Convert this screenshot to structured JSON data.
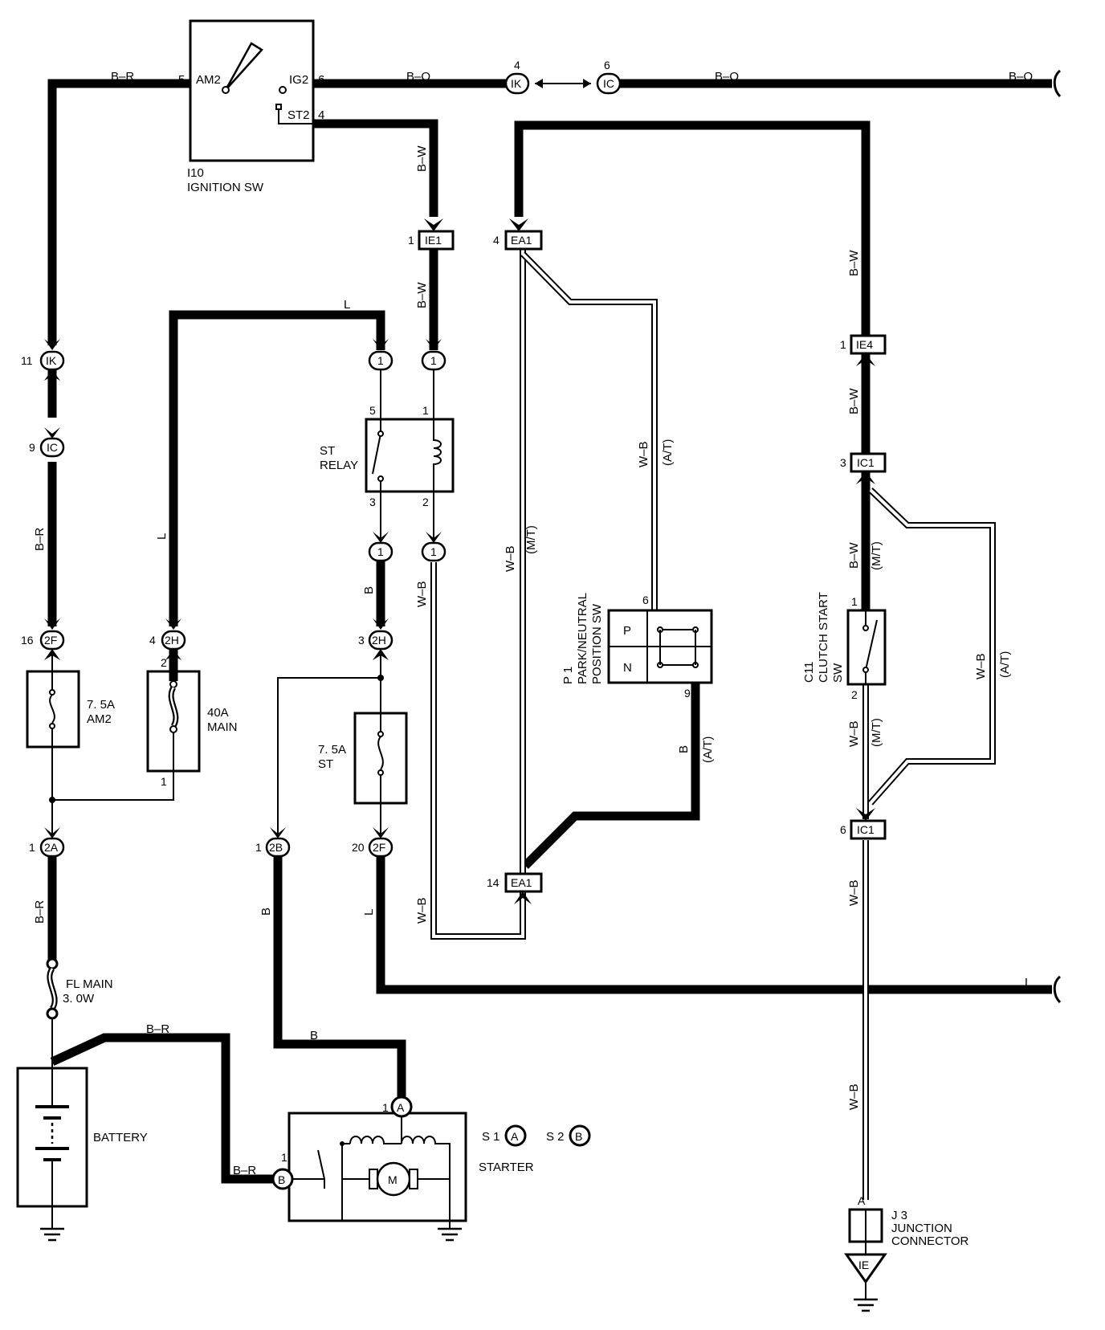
{
  "wires": {
    "b_r": "B–R",
    "b_o": "B–O",
    "b_w": "B–W",
    "l": "L",
    "b": "B",
    "w_b": "W–B"
  },
  "transmission": {
    "at": "(A/T)",
    "mt": "(M/T)"
  },
  "components": {
    "ignition_sw": {
      "code": "I10",
      "name": "IGNITION SW",
      "am2": "AM2",
      "ig2": "IG2",
      "st2": "ST2"
    },
    "st_relay": {
      "line1": "ST",
      "line2": "RELAY"
    },
    "park_neutral_sw": {
      "code": "P 1",
      "line1": "PARK/NEUTRAL",
      "line2": "POSITION SW",
      "p": "P",
      "n": "N"
    },
    "clutch_start_sw": {
      "code": "C11",
      "line1": "CLUTCH START",
      "line2": "SW"
    },
    "fuse_am2": {
      "rating": "7. 5A",
      "name": "AM2"
    },
    "fuse_main": {
      "rating": "40A",
      "name": "MAIN"
    },
    "fuse_st": {
      "rating": "7. 5A",
      "name": "ST"
    },
    "fl_main": {
      "line1": "FL MAIN",
      "line2": "3. 0W"
    },
    "battery": {
      "name": "BATTERY"
    },
    "starter": {
      "name": "STARTER",
      "s1": "S 1",
      "s2": "S 2",
      "terminal_a": "A",
      "terminal_b": "B",
      "motor": "M"
    },
    "junction": {
      "code": "J 3",
      "line1": "JUNCTION",
      "line2": "CONNECTOR",
      "pin": "A"
    },
    "ground": {
      "label": "IE"
    }
  },
  "connectors": {
    "ik": "IK",
    "ic": "IC",
    "ie1": "IE1",
    "ea1": "EA1",
    "ie4": "IE4",
    "ic1": "IC1",
    "c2f": "2F",
    "c2h": "2H",
    "c2a": "2A",
    "c2b": "2B",
    "c1": "1"
  },
  "pins": {
    "p1": "1",
    "p2": "2",
    "p3": "3",
    "p4": "4",
    "p5": "5",
    "p6": "6",
    "p9": "9",
    "p11": "11",
    "p14": "14",
    "p16": "16",
    "p20": "20"
  }
}
